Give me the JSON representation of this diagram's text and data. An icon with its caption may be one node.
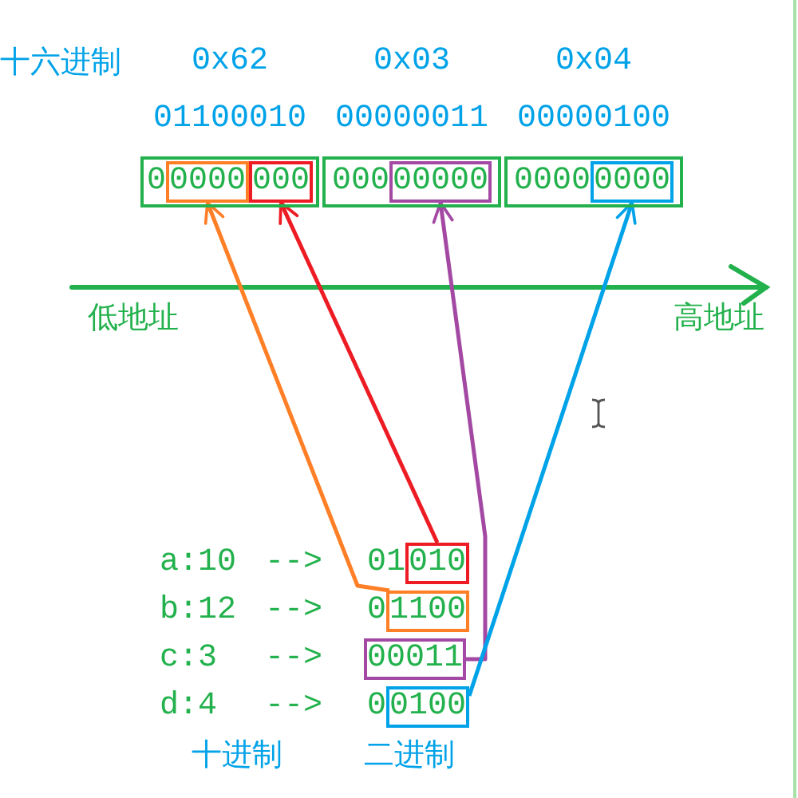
{
  "diagram": {
    "nodes": [
      {
        "text": [
          "0"
        ]
      },
      {
        "text": [
          "0000"
        ],
        "in": 0
      },
      {
        "text": [
          "000"
        ],
        "in": 0
      },
      {
        "text": [
          "000"
        ]
      },
      {
        "text": [
          "00000"
        ],
        "in": 3
      },
      {
        "text": [
          "0000"
        ]
      },
      {
        "text": [
          "0000"
        ],
        "in": 5
      },
      {
        "text": [
          "010"
        ]
      },
      {
        "text": [
          "1100"
        ]
      },
      {
        "text": [
          "00011"
        ]
      },
      {
        "text": [
          "0100"
        ]
      }
    ],
    "edges": [
      {
        "from": 8,
        "to": 1,
        "arrow": "to",
        "color": "#ff7f27"
      },
      {
        "from": 7,
        "to": 2,
        "arrow": "to",
        "color": "#ed1c24"
      },
      {
        "from": 9,
        "to": 4,
        "arrow": "to",
        "color": "#a349a4"
      },
      {
        "from": 10,
        "to": 6,
        "arrow": "to",
        "color": "#00a2e8"
      }
    ],
    "labels": [
      "十六进制",
      "0x62",
      "0x03",
      "0x04",
      "01100010",
      "00000011",
      "00000100",
      "低地址",
      "高地址",
      "a:10",
      "-->",
      "01",
      "b:12",
      "-->",
      "0",
      "c:3",
      "-->",
      "d:4",
      "-->",
      "0",
      "十进制",
      "二进制"
    ]
  }
}
